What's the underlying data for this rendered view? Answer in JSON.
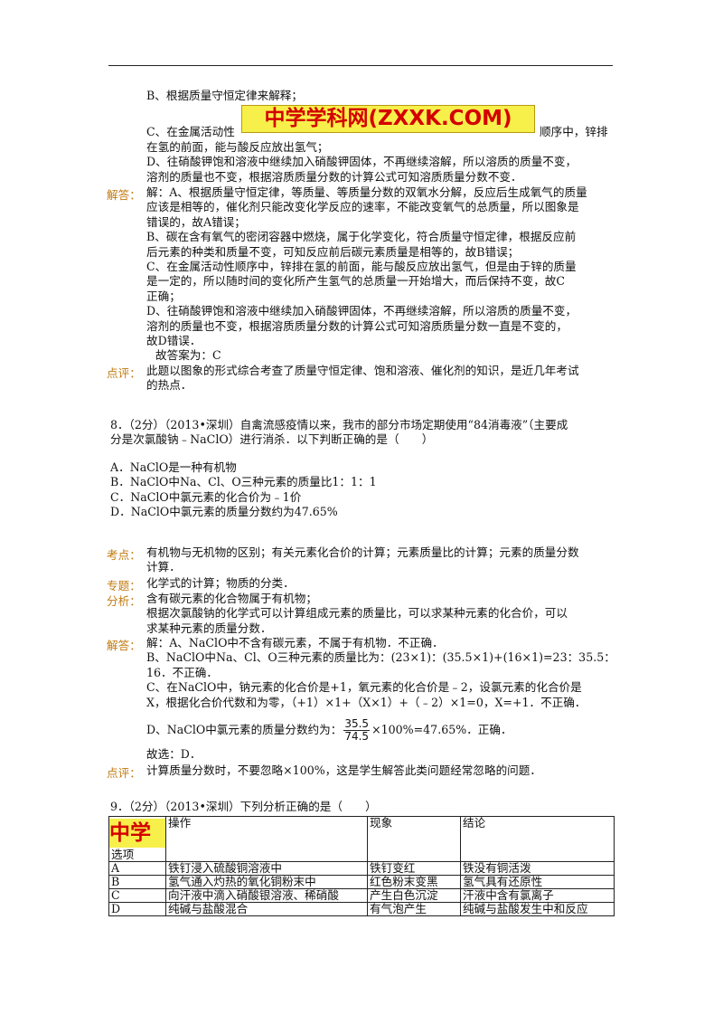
{
  "header_logo": "中学学科网(ZXXK.COM)",
  "table_logo": "中学",
  "prev": {
    "lines_top": [
      "B、根据质量守恒定律来解释；",
      "C、在金属活动性",
      "顺序中，锌排",
      "在氢的前面，能与酸反应放出氢气；",
      "D、往硝酸钾饱和溶液中继续加入硝酸钾固体，不再继续溶解，所以溶质的质量不变，",
      "溶剂的质量也不变，根据溶质质量分数的计算公式可知溶质质量分数不变．"
    ],
    "answer_label": "解答：",
    "answer_lines": [
      "解：A、根据质量守恒定律，等质量、等质量分数的双氧水分解，反应后生成氧气的质量",
      "应该是相等的，催化剂只能改变化学反应的速率，不能改变氧气的总质量，所以图象是",
      "错误的，故A错误；",
      "B、碳在含有氧气的密闭容器中燃烧，属于化学变化，符合质量守恒定律，根据反应前",
      "后元素的种类和质量不变，可知反应前后碳元素质量是相等的，故B错误；",
      "C、在金属活动性顺序中，锌排在氢的前面，能与酸反应放出氢气，但是由于锌的质量",
      "是一定的，所以随时间的变化所产生氢气的总质量一开始增大，而后保持不变，故C",
      "正确；",
      "D、往硝酸钾饱和溶液中继续加入硝酸钾固体，不再继续溶解，所以溶质的质量不变，",
      "溶剂的质量也不变，根据溶质质量分数的计算公式可知溶质质量分数一直是不变的，",
      "故D错误．",
      "故答案为：C"
    ],
    "comment_label": "点评：",
    "comment_lines": [
      "此题以图象的形式综合考查了质量守恒定律、饱和溶液、催化剂的知识，是近几年考试",
      "的热点．"
    ]
  },
  "q8": {
    "stem": [
      "8．（2分）（2013•深圳）自禽流感疫情以来，我市的部分市场定期使用“84消毒液”（主要成",
      "分是次氯酸钠﹣NaClO）进行消杀．以下判断正确的是（　　）"
    ],
    "options": [
      "A．NaClO是一种有机物",
      "B．NaClO中Na、Cl、O三种元素的质量比1：1：1",
      "C．NaClO中氯元素的化合价为﹣1价",
      "D．NaClO中氯元素的质量分数约为47.65%"
    ],
    "kaodian_label": "考点：",
    "kaodian": [
      "有机物与无机物的区别；有关元素化合价的计算；元素质量比的计算；元素的质量分数",
      "计算．"
    ],
    "zhuanti_label": "专题：",
    "zhuanti": "化学式的计算；物质的分类．",
    "fenxi_label": "分析：",
    "fenxi": [
      "含有碳元素的化合物属于有机物；",
      "根据次氯酸钠的化学式可以计算组成元素的质量比，可以求某种元素的化合价，可以",
      "求某种元素的质量分数．"
    ],
    "jieda_label": "解答：",
    "jieda": [
      "解：A、NaClO中不含有碳元素，不属于有机物．不正确．",
      "B、NaClO中Na、Cl、O三种元素的质量比为：(23×1)：(35.5×1)+(16×1)=23：35.5：",
      "16．不正确．",
      "C、在NaClO中，钠元素的化合价是+1，氧元素的化合价是﹣2，设氯元素的化合价是",
      "X，根据化合价代数和为零，（+1）×1+（X×1）+（﹣2）×1=0，X=+1．不正确．"
    ],
    "d_prefix": "D、NaClO中氯元素的质量分数约为：",
    "frac_num": "35.5",
    "frac_den": "74.5",
    "d_suffix": "×100%=47.65%．正确．",
    "conclusion": "故选：D．",
    "dianping_label": "点评：",
    "dianping": "计算质量分数时，不要忽略×100%，这是学生解答此类问题经常忽略的问题．"
  },
  "q9": {
    "stem": "9．（2分）（2013•深圳）下列分析正确的是（　　）",
    "header": {
      "col0": "选项",
      "col1": "操作",
      "col2": "现象",
      "col3": "结论"
    },
    "rows": [
      [
        "A",
        "铁钉浸入硫酸铜溶液中",
        "铁钉变红",
        "铁没有铜活泼"
      ],
      [
        "B",
        "氢气通入灼热的氧化铜粉末中",
        "红色粉末变黑",
        "氢气具有还原性"
      ],
      [
        "C",
        "向汗液中滴入硝酸银溶液、稀硝酸",
        "产生白色沉淀",
        "汗液中含有氯离子"
      ],
      [
        "D",
        "纯碱与盐酸混合",
        "有气泡产生",
        "纯碱与盐酸发生中和反应"
      ]
    ]
  }
}
